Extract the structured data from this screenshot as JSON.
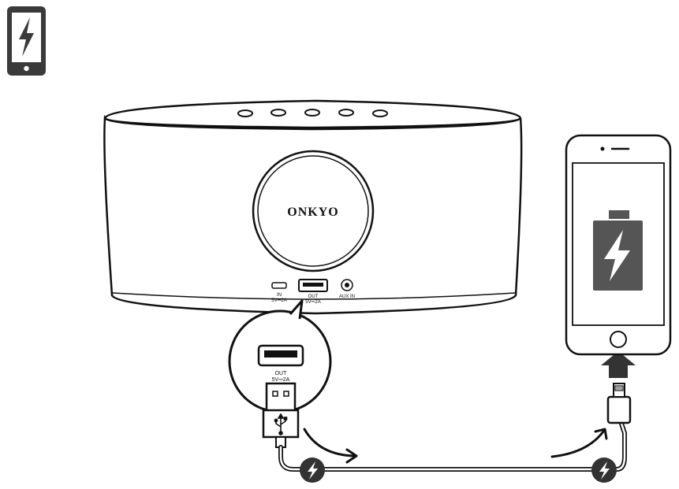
{
  "speaker": {
    "brand": "ONKYO",
    "port_in_label": "IN",
    "port_in_spec": "5V⎓2A",
    "port_out_label": "OUT",
    "port_out_spec": "5V⎓2A",
    "port_aux_label": "AUX IN"
  },
  "callout": {
    "port_label": "OUT",
    "port_spec": "5V⎓2A"
  },
  "icons": {
    "top_left": "phone-charging-icon",
    "battery": "battery-charging-icon",
    "usb": "usb-symbol-icon",
    "bolt": "lightning-bolt-icon"
  },
  "colors": {
    "outline": "#111111",
    "battery_fill": "#555555",
    "app_icon_bg": "#3a3a3a"
  }
}
